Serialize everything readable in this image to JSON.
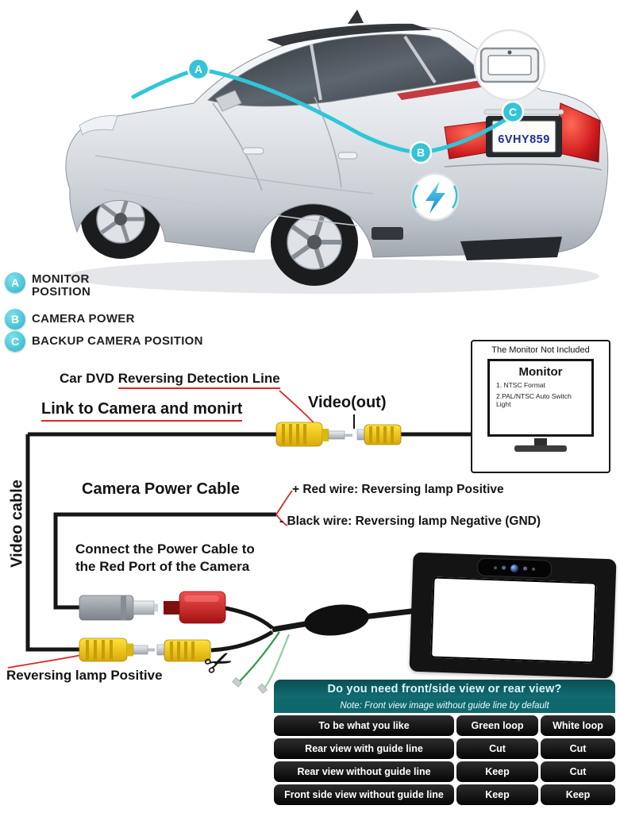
{
  "colors": {
    "cable_cyan": "#2fc6d8",
    "table_teal": "#0b4e52",
    "pill_black": "#0b0b0b",
    "rca_yellow": "#f2c71d",
    "wire_red": "#e02525"
  },
  "icons": {
    "scissors": "✂"
  },
  "legend": {
    "items": [
      {
        "letter": "A",
        "line1": "MONITOR",
        "line2": "POSITION"
      },
      {
        "letter": "B",
        "line1": "CAMERA POWER",
        "line2": ""
      },
      {
        "letter": "C",
        "line1": "BACKUP CAMERA POSITION",
        "line2": ""
      }
    ]
  },
  "car": {
    "plate": "6VHY859"
  },
  "labels": {
    "dvd_prefix": "Car DVD ",
    "dvd_underlined": "Reversing Detection Line",
    "link": "Link to Camera and monirt",
    "video_out": "Video(out)",
    "video_cable": "Video cable",
    "power": "Camera Power Cable",
    "red_wire": "+ Red wire: Reversing lamp Positive",
    "black_wire": "- Black wire: Reversing lamp Negative (GND)",
    "connect_line1": "Connect the Power Cable to",
    "connect_line2": "the Red Port of the Camera",
    "reversing": "Reversing lamp Positive"
  },
  "monitor_box": {
    "caption": "The Monitor Not Included",
    "title": "Monitor",
    "spec1": "1. NTSC Format",
    "spec2": "2.PAL/NTSC Auto Switch Light"
  },
  "table": {
    "header": "Do you need front/side view or rear view?",
    "note": "Note: Front view image without guide line by default",
    "rows": [
      [
        "To be what you like",
        "Green loop",
        "White loop"
      ],
      [
        "Rear view with guide line",
        "Cut",
        "Cut"
      ],
      [
        "Rear view without guide line",
        "Keep",
        "Cut"
      ],
      [
        "Front side view without guide line",
        "Keep",
        "Keep"
      ]
    ]
  }
}
